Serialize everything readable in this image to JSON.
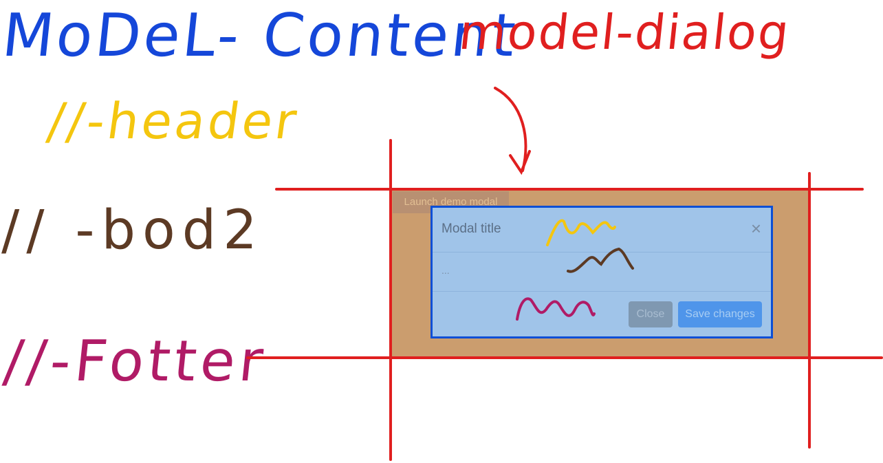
{
  "annotations": {
    "content": "MoDeL- Content",
    "dialog": "model-dialog",
    "header": "//-header",
    "body": "// -bod2",
    "footer": "//-Fotter"
  },
  "page": {
    "launch_button": "Launch demo modal"
  },
  "modal": {
    "title": "Modal title",
    "close_icon": "×",
    "body_text": "...",
    "close_label": "Close",
    "save_label": "Save changes"
  },
  "colors": {
    "content_ink": "#1547d9",
    "dialog_ink": "#e01f1f",
    "header_ink": "#f4c60f",
    "body_ink": "#5c3a24",
    "footer_ink": "#b01b66",
    "backdrop": "#cb9d6e",
    "modal_bg": "#a0c4e9"
  }
}
